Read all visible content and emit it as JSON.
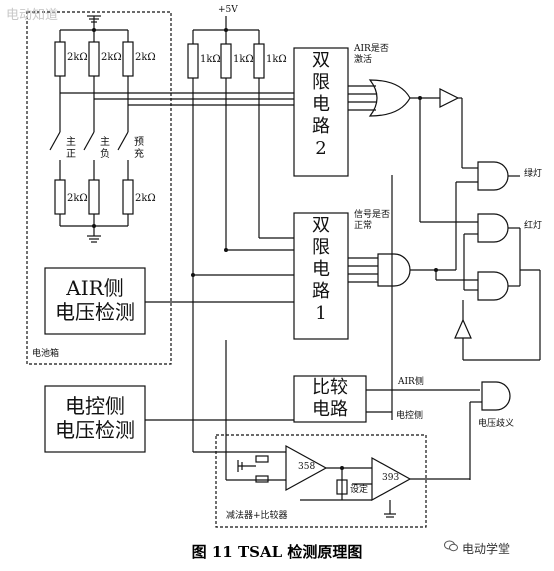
{
  "watermark": "电动知道",
  "supply": "+5V",
  "resistors_left": [
    "2kΩ",
    "2kΩ",
    "2kΩ"
  ],
  "resistors_mid": [
    "1kΩ",
    "1kΩ",
    "1kΩ"
  ],
  "resistors_bottom": [
    "2kΩ",
    "2kΩ"
  ],
  "switches": {
    "main_pos": "主\n正",
    "main_neg": "主\n负",
    "precharge": "预\n充"
  },
  "limit_circuit_2": "双\n限\n电\n路\n2",
  "limit_circuit_1": "双\n限\n电\n路\n1",
  "air_active": "AIR是否\n激活",
  "signal_normal": "信号是否\n正常",
  "green_light": "绿灯",
  "red_light": "红灯",
  "air_detect": "AIR侧\n电压检测",
  "battery_box": "电池箱",
  "compare_circuit": "比较\n电路",
  "ecu_detect": "电控侧\n电压检测",
  "air_side": "AIR侧",
  "ecu_side": "电控侧",
  "voltage_diff": "电压歧义",
  "chip_358": "358",
  "chip_393": "393",
  "setpoint": "设定",
  "subtract_compare": "减法器+比较器",
  "caption": "图 11   TSAL 检测原理图",
  "brand": "电动学堂"
}
